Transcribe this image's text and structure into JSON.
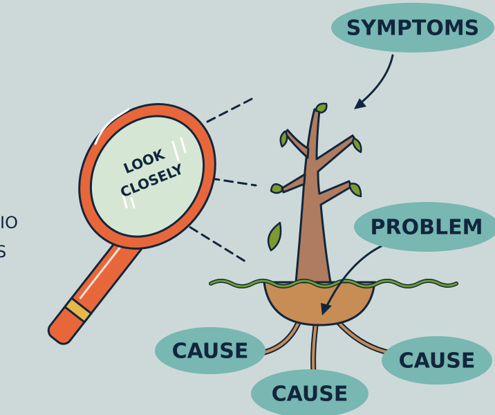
{
  "labels": {
    "symptoms": "SYMPTOMS",
    "problem": "PROBLEM",
    "cause_left": "CAUSE",
    "cause_bottom": "CAUSE",
    "cause_right": "CAUSE"
  },
  "magnifier": {
    "line1": "LOOK",
    "line2": "CLOSELY"
  },
  "cropped_text": {
    "line1": "IO",
    "line2": "S"
  },
  "colors": {
    "background": "#cdd9d8",
    "bubble": "#78b7b2",
    "text": "#11263d",
    "trunk": "#b07c5f",
    "soil": "#c88c55",
    "grass": "#6f9e2a",
    "leaf": "#7c9a30",
    "magnifier_frame": "#e8673a",
    "lens": "#d6e6d4",
    "handle_band": "#e7b846"
  }
}
